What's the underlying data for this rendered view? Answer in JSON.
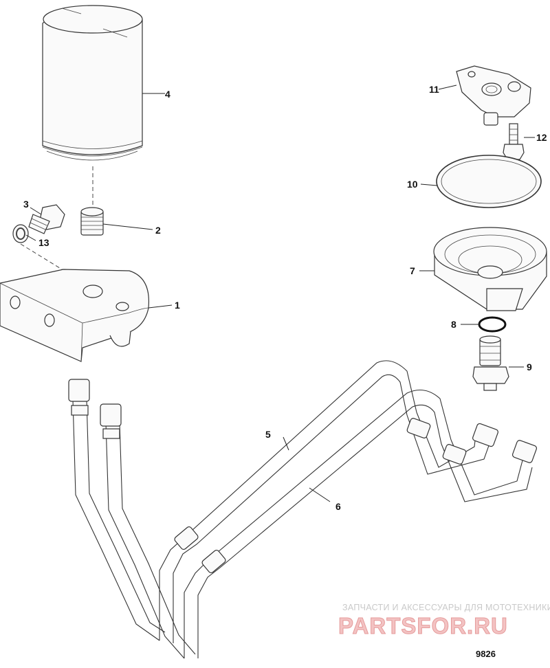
{
  "callouts": [
    {
      "id": "c1",
      "text": "1"
    },
    {
      "id": "c2",
      "text": "2"
    },
    {
      "id": "c3",
      "text": "3"
    },
    {
      "id": "c4",
      "text": "4"
    },
    {
      "id": "c5",
      "text": "5"
    },
    {
      "id": "c6",
      "text": "6"
    },
    {
      "id": "c7",
      "text": "7"
    },
    {
      "id": "c8",
      "text": "8"
    },
    {
      "id": "c9",
      "text": "9"
    },
    {
      "id": "c10",
      "text": "10"
    },
    {
      "id": "c11",
      "text": "11"
    },
    {
      "id": "c12",
      "text": "12"
    },
    {
      "id": "c13",
      "text": "13"
    }
  ],
  "watermark": {
    "tagline": "ЗАПЧАСТИ И АКСЕССУАРЫ ДЛЯ МОТОТЕХНИКИ",
    "brand": "PARTSFOR.RU"
  },
  "figure_id": "9826"
}
